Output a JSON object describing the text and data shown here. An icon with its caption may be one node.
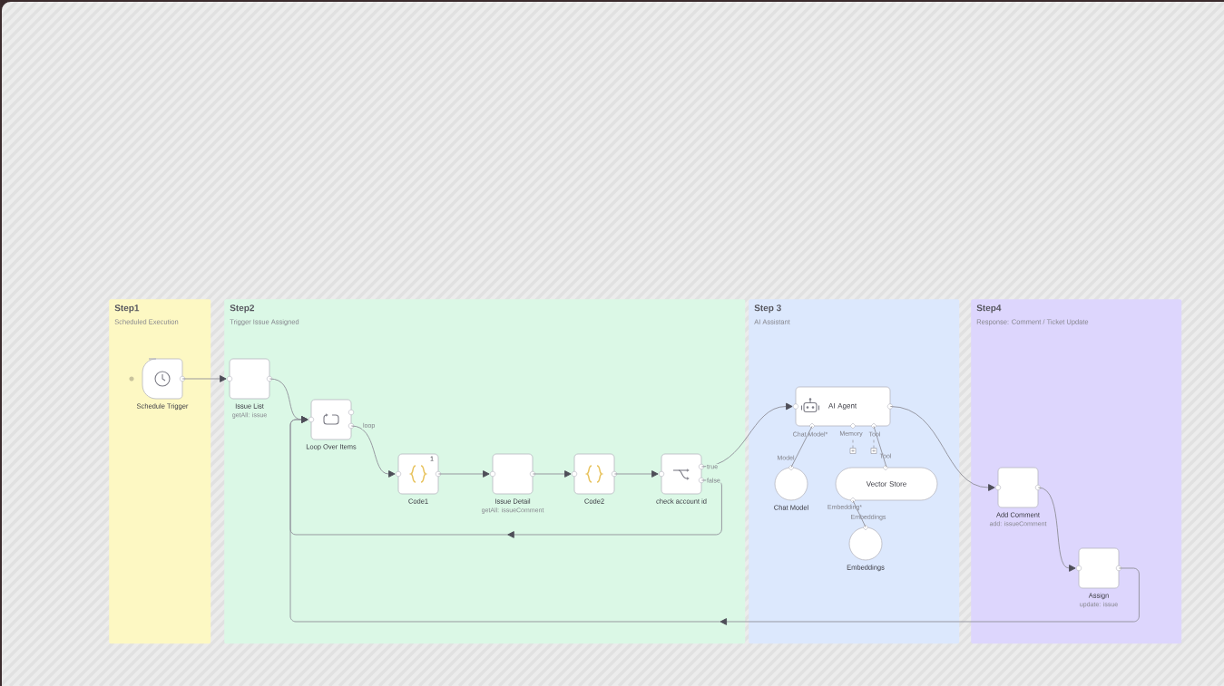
{
  "diagram": {
    "nodes": [
      {
        "text": [
          "Step1",
          "Scheduled Execution"
        ]
      },
      {
        "text": [
          "Schedule Trigger"
        ],
        "in": 0
      },
      {
        "text": [
          "Step2",
          "Trigger Issue Assigned"
        ]
      },
      {
        "text": [
          "Issue List",
          "getAll: issue"
        ],
        "in": 2
      },
      {
        "text": [
          "Loop Over Items"
        ],
        "in": 2
      },
      {
        "text": [
          "Code1"
        ],
        "in": 2
      },
      {
        "text": [
          "Issue Detail",
          "getAll: issueComment"
        ],
        "in": 2
      },
      {
        "text": [
          "Code2"
        ],
        "in": 2
      },
      {
        "text": [
          "check account id"
        ],
        "in": 2
      },
      {
        "text": [
          "Step 3",
          "AI Assistant"
        ]
      },
      {
        "text": [
          "AI Agent"
        ],
        "in": 9,
        "beside": [
          "Chat Model*",
          "Memory",
          "Tool"
        ]
      },
      {
        "text": [
          "Chat Model"
        ],
        "in": 9,
        "beside": [
          "Model"
        ]
      },
      {
        "text": [
          "Vector Store"
        ],
        "in": 9,
        "beside": [
          "Tool",
          "Embedding*"
        ]
      },
      {
        "text": [
          "Embeddings"
        ],
        "in": 9,
        "beside": [
          "Embeddings"
        ]
      },
      {
        "text": [
          "Step4",
          "Response: Comment / Ticket Update"
        ]
      },
      {
        "text": [
          "Add Comment",
          "add: issueComment"
        ],
        "in": 14
      },
      {
        "text": [
          "Assign",
          "update: issue"
        ],
        "in": 14
      }
    ],
    "edges": [
      {
        "from": 1,
        "to": 3,
        "arrow": "to"
      },
      {
        "from": 3,
        "to": 4,
        "arrow": "to"
      },
      {
        "from": 4,
        "to": 5,
        "arrow": "to",
        "label": "loop"
      },
      {
        "from": 5,
        "to": 6,
        "arrow": "to"
      },
      {
        "from": 6,
        "to": 7,
        "arrow": "to"
      },
      {
        "from": 7,
        "to": 8,
        "arrow": "to"
      },
      {
        "from": 8,
        "to": 10,
        "arrow": "to",
        "label": "true"
      },
      {
        "from": 8,
        "to": 4,
        "arrow": "to",
        "label": "false"
      },
      {
        "from": 10,
        "to": 15,
        "arrow": "to"
      },
      {
        "from": 15,
        "to": 16,
        "arrow": "to"
      },
      {
        "from": 16,
        "to": 4,
        "arrow": "to"
      },
      {
        "from": 11,
        "to": 10,
        "arrow": "none"
      },
      {
        "from": 12,
        "to": 10,
        "arrow": "none"
      },
      {
        "from": 13,
        "to": 12,
        "arrow": "none"
      }
    ],
    "labels": [
      "1"
    ]
  }
}
